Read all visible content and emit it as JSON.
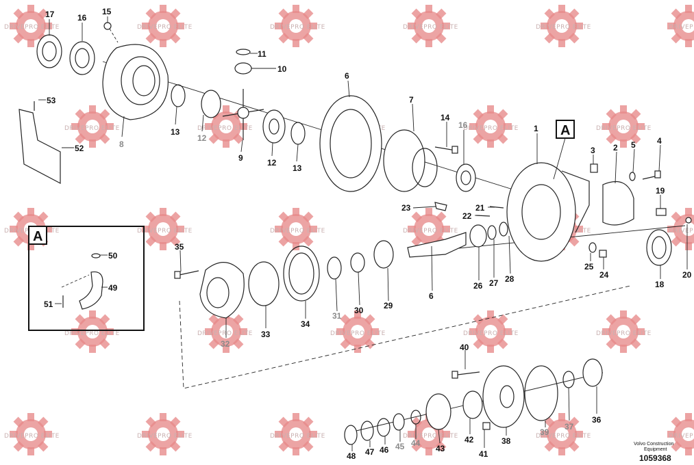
{
  "watermark": {
    "text": "DRIVEPRO ELITE"
  },
  "callout": {
    "letter": "A",
    "inset_letter": "A"
  },
  "credit": {
    "line1": "Volvo Construction",
    "line2": "Equipment"
  },
  "drawing_number": "1059368",
  "part_labels": {
    "p1": "1",
    "p2": "2",
    "p3": "3",
    "p4": "4",
    "p5": "5",
    "p6a": "6",
    "p6b": "6",
    "p7": "7",
    "p8": "8",
    "p9": "9",
    "p10": "10",
    "p11": "11",
    "p12a": "12",
    "p12b": "12",
    "p13a": "13",
    "p13b": "13",
    "p14": "14",
    "p15": "15",
    "p16a": "16",
    "p16b": "16",
    "p17": "17",
    "p18": "18",
    "p19": "19",
    "p20": "20",
    "p21": "21",
    "p22": "22",
    "p23": "23",
    "p24": "24",
    "p25": "25",
    "p26": "26",
    "p27": "27",
    "p28": "28",
    "p29": "29",
    "p30": "30",
    "p31": "31",
    "p32": "32",
    "p33": "33",
    "p34": "34",
    "p35": "35",
    "p36": "36",
    "p37": "37",
    "p38": "38",
    "p39": "39",
    "p40": "40",
    "p41": "41",
    "p42": "42",
    "p43": "43",
    "p44": "44",
    "p45": "45",
    "p46": "46",
    "p47": "47",
    "p48": "48",
    "p49": "49",
    "p50": "50",
    "p51": "51",
    "p52": "52",
    "p53": "53"
  }
}
